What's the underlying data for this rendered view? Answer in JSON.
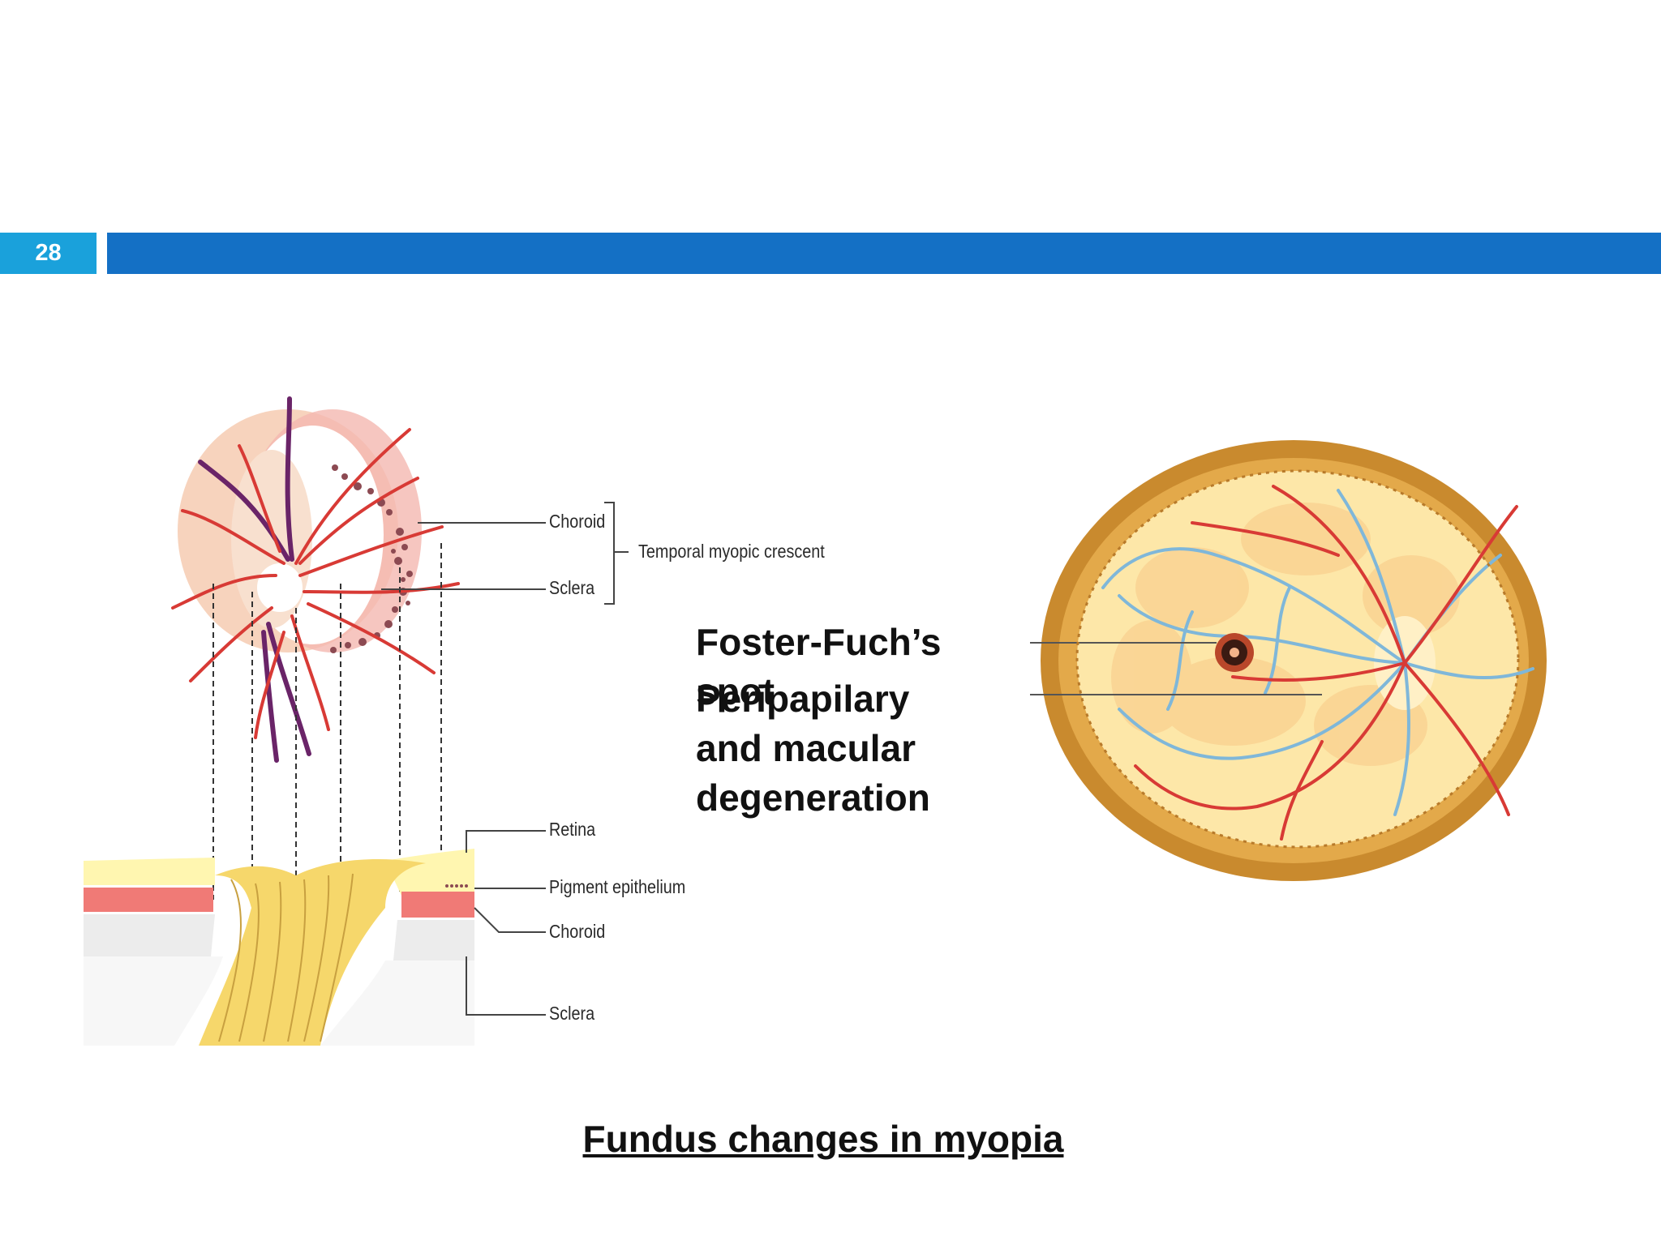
{
  "slide": {
    "number": "28"
  },
  "left_diagram": {
    "labels": {
      "choroid_top": "Choroid",
      "temporal_crescent": "Temporal myopic crescent",
      "sclera_top": "Sclera",
      "retina": "Retina",
      "pigment_epithelium": "Pigment epithelium",
      "choroid_bottom": "Choroid",
      "sclera_bottom": "Sclera"
    }
  },
  "callouts": {
    "foster_fuchs": "Foster-Fuch’s spot",
    "peripapilary": "Peripapilary and macular degeneration"
  },
  "caption": "Fundus changes in myopia",
  "colors": {
    "slide_number_bg": "#1aa1db",
    "title_bar": "#1470c5",
    "artery": "#d83a35",
    "vein": "#6a2468",
    "fundus_rim": "#c98a2e",
    "retinal_vessel_blue": "#7fb7d9"
  }
}
